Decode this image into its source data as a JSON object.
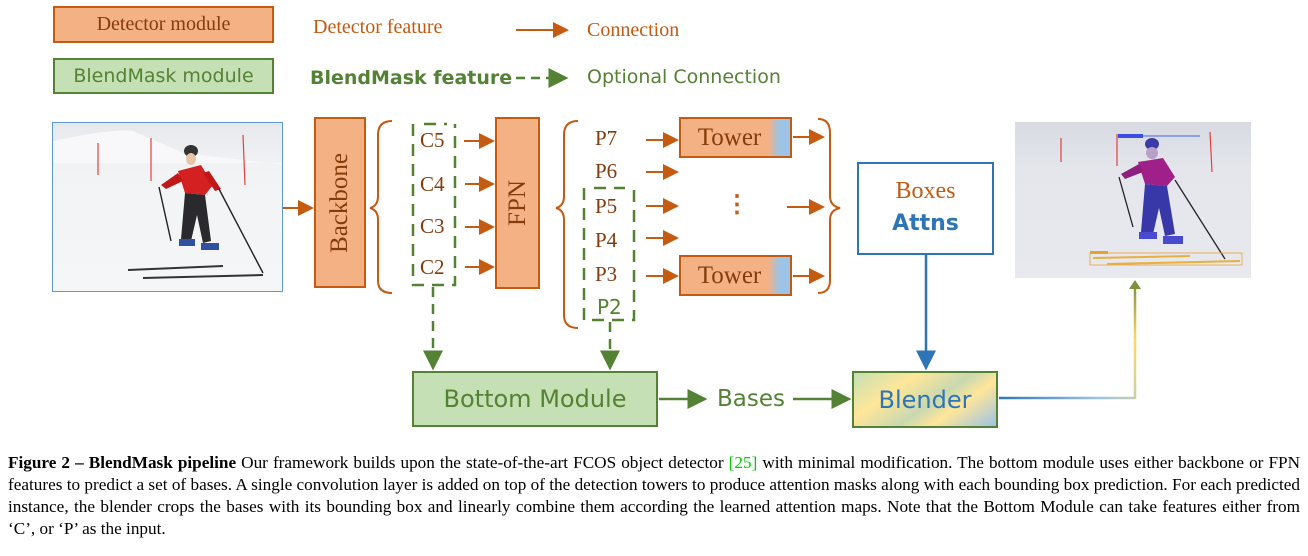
{
  "legend": {
    "detector_module": "Detector module",
    "detector_feature": "Detector feature",
    "connection": "Connection",
    "blendmask_module": "BlendMask module",
    "blendmask_feature": "BlendMask feature",
    "optional_connection": "Optional Connection"
  },
  "pipeline": {
    "input_image": "skier-input-photo",
    "backbone": "Backbone",
    "c_features": [
      "C5",
      "C4",
      "C3",
      "C2"
    ],
    "fpn": "FPN",
    "p_features": [
      "P7",
      "P6",
      "P5",
      "P4",
      "P3",
      "P2"
    ],
    "tower_top": "Tower",
    "tower_bottom": "Tower",
    "ellipsis": "⋮",
    "boxes": "Boxes",
    "attns": "Attns",
    "bottom_module": "Bottom Module",
    "bases": "Bases",
    "blender": "Blender",
    "output_image": "skier-segmentation-output"
  },
  "colors": {
    "detector_fill": "#f4b183",
    "detector_border": "#c55a11",
    "blendmask_fill": "#c5e0b4",
    "blendmask_border": "#548235",
    "attn_blue": "#2e75b6",
    "tower_blue": "#9dc3e6"
  },
  "caption": {
    "label": "Figure 2 – BlendMask pipeline",
    "text_before_ref": " Our framework builds upon the state-of-the-art FCOS object detector ",
    "ref": "[25]",
    "text_after_ref": " with minimal modification. The bottom module uses either backbone or FPN features to predict a set of bases.  A single convolution layer is added on top of the detection towers to produce attention masks along with each bounding box prediction. For each predicted instance, the blender crops the bases with its bounding box and linearly combine them according the learned attention maps. Note that the Bottom Module can take features either from ‘C’, or ‘P’ as the input."
  }
}
